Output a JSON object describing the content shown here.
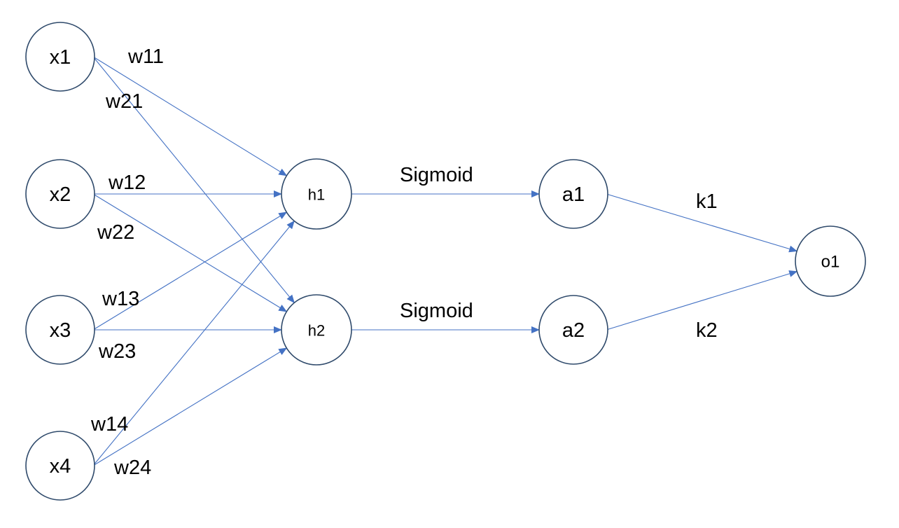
{
  "colors": {
    "node_stroke": "#2f4a6b",
    "edge": "#4472c4",
    "text": "#000000"
  },
  "nodes": [
    {
      "id": "x1",
      "label": "x1"
    },
    {
      "id": "x2",
      "label": "x2"
    },
    {
      "id": "x3",
      "label": "x3"
    },
    {
      "id": "x4",
      "label": "x4"
    },
    {
      "id": "h1",
      "label": "h1"
    },
    {
      "id": "h2",
      "label": "h2"
    },
    {
      "id": "a1",
      "label": "a1"
    },
    {
      "id": "a2",
      "label": "a2"
    },
    {
      "id": "o1",
      "label": "o1"
    }
  ],
  "edges": [
    {
      "from": "x1",
      "to": "h1",
      "label": "w11"
    },
    {
      "from": "x1",
      "to": "h2",
      "label": "w21"
    },
    {
      "from": "x2",
      "to": "h1",
      "label": "w12"
    },
    {
      "from": "x2",
      "to": "h2",
      "label": "w22"
    },
    {
      "from": "x3",
      "to": "h1",
      "label": "w13"
    },
    {
      "from": "x3",
      "to": "h2",
      "label": "w23"
    },
    {
      "from": "x4",
      "to": "h1",
      "label": "w14"
    },
    {
      "from": "x4",
      "to": "h2",
      "label": "w24"
    },
    {
      "from": "h1",
      "to": "a1",
      "label": "Sigmoid"
    },
    {
      "from": "h2",
      "to": "a2",
      "label": "Sigmoid"
    },
    {
      "from": "a1",
      "to": "o1",
      "label": "k1"
    },
    {
      "from": "a2",
      "to": "o1",
      "label": "k2"
    }
  ]
}
